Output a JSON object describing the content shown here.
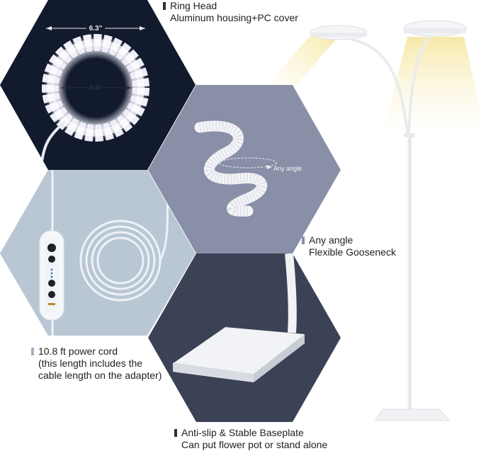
{
  "ring_head": {
    "title": "Ring Head",
    "subtitle": "Aluminum housing+PC cover",
    "outer_dim": "6.3\"",
    "inner_dim": "4.3\""
  },
  "gooseneck": {
    "angle_label": "Any angle",
    "title": "Any angle",
    "subtitle": "Flexible Gooseneck"
  },
  "power_cord": {
    "line1": "10.8 ft power cord",
    "line2": "(this length includes the",
    "line3": "cable length on the adapter)"
  },
  "baseplate": {
    "title": "Anti-slip & Stable Baseplate",
    "subtitle": "Can put flower pot or stand alone"
  },
  "colors": {
    "navy": "#121a2e",
    "slate": "#8a8fa8",
    "light_blue": "#b9c7d4",
    "dark_slate": "#3b4256",
    "marker_dark": "#2a2f3a",
    "marker_light": "#9fb3c6",
    "glow": "#f7e9a8"
  }
}
